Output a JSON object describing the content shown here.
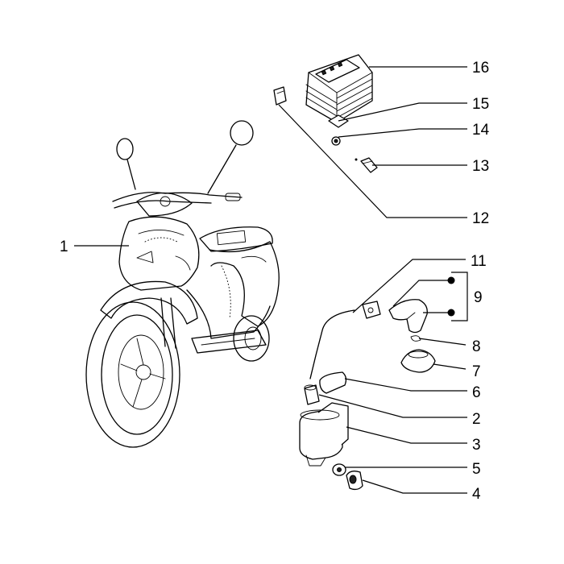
{
  "callouts": [
    {
      "id": "1",
      "text": "1"
    },
    {
      "id": "2",
      "text": "2"
    },
    {
      "id": "3",
      "text": "3"
    },
    {
      "id": "4",
      "text": "4"
    },
    {
      "id": "5",
      "text": "5"
    },
    {
      "id": "6",
      "text": "6"
    },
    {
      "id": "7",
      "text": "7"
    },
    {
      "id": "8",
      "text": "8"
    },
    {
      "id": "9",
      "text": "9"
    },
    {
      "id": "11",
      "text": "11"
    },
    {
      "id": "12",
      "text": "12"
    },
    {
      "id": "13",
      "text": "13"
    },
    {
      "id": "14",
      "text": "14"
    },
    {
      "id": "15",
      "text": "15"
    },
    {
      "id": "16",
      "text": "16"
    }
  ]
}
